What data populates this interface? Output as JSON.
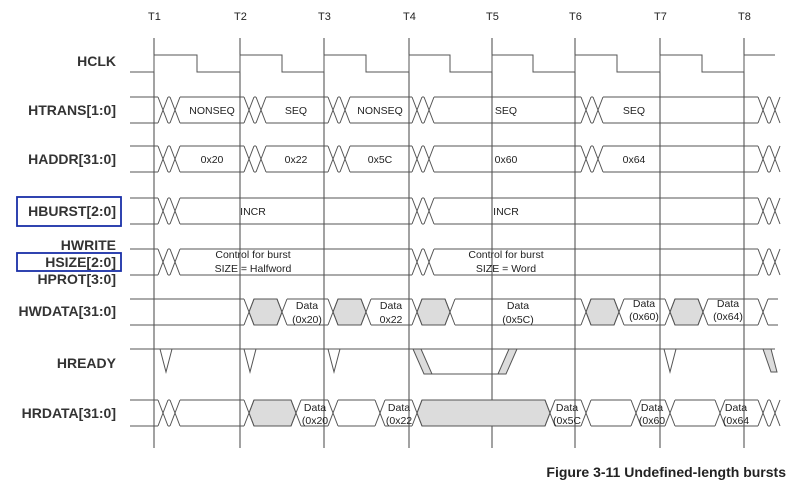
{
  "caption": "Figure 3-11 Undefined-length bursts",
  "clock_labels": [
    "T1",
    "T2",
    "T3",
    "T4",
    "T5",
    "T6",
    "T7",
    "T8"
  ],
  "signals": {
    "hclk": "HCLK",
    "htrans": "HTRANS[1:0]",
    "haddr": "HADDR[31:0]",
    "hburst": "HBURST[2:0]",
    "hwrite": "HWRITE",
    "hsize": "HSIZE[2:0]",
    "hprot": "HPROT[3:0]",
    "hwdata": "HWDATA[31:0]",
    "hready": "HREADY",
    "hrdata": "HRDATA[31:0]"
  },
  "htrans_values": [
    "NONSEQ",
    "SEQ",
    "NONSEQ",
    "SEQ",
    "SEQ"
  ],
  "haddr_values": [
    "0x20",
    "0x22",
    "0x5C",
    "0x60",
    "0x64"
  ],
  "hburst_values": [
    "INCR",
    "INCR"
  ],
  "control_values": [
    {
      "line1": "Control for burst",
      "line2": "SIZE = Halfword"
    },
    {
      "line1": "Control for burst",
      "line2": "SIZE = Word"
    }
  ],
  "data_word": "Data",
  "hwdata_values": [
    "(0x20)",
    "0x22",
    "(0x5C)",
    "(0x60)",
    "(0x64)"
  ],
  "hrdata_values": [
    "(0x20",
    "(0x22",
    "(0x5C",
    "(0x60",
    "(0x64"
  ],
  "colors": {
    "highlight_box": "#1a2fa8",
    "data_fill": "#dcdcdc",
    "line": "#555555"
  }
}
